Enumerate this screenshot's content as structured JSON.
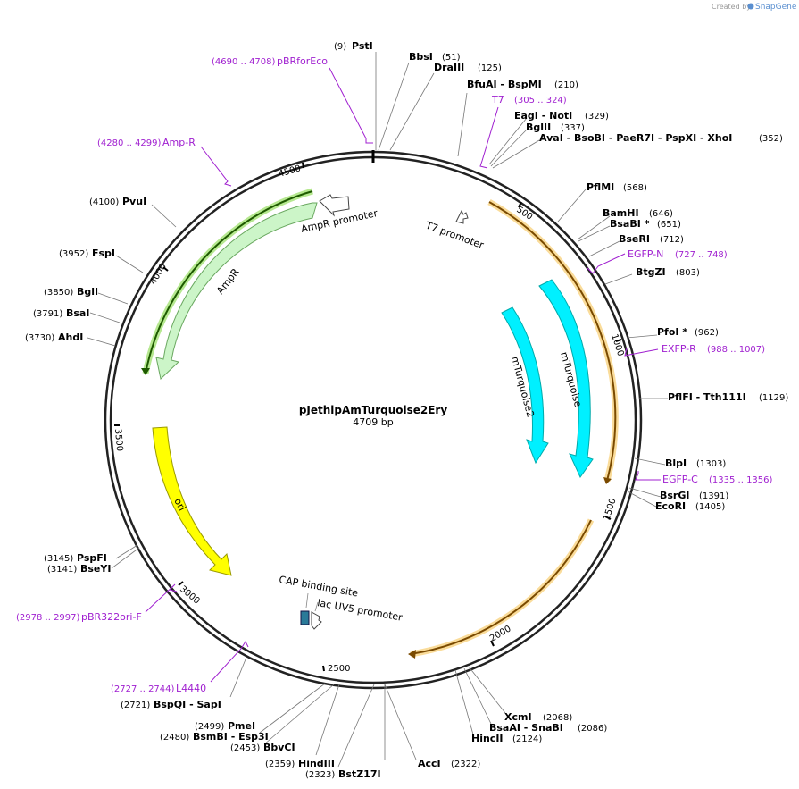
{
  "credit": {
    "created_by": "Created by",
    "brand": "SnapGene"
  },
  "plasmid": {
    "name": "pJethlpAmTurquoise2Ery",
    "size_label": "4709 bp"
  },
  "ticks": [
    "500",
    "1000",
    "1500",
    "2000",
    "2500",
    "3000",
    "3500",
    "4000",
    "4500"
  ],
  "features": {
    "ampr": "AmpR",
    "ampr_promoter": "AmpR promoter",
    "t7_promoter": "T7 promoter",
    "mturquoise": "mTurquoise",
    "mturquoise2": "mTurquoise2",
    "ori": "ori",
    "cap": "CAP binding site",
    "lacuv5": "lac UV5 promoter"
  },
  "sites": [
    {
      "id": "psti",
      "name": "PstI",
      "pos": "(9)"
    },
    {
      "id": "bbsi",
      "name": "BbsI",
      "pos": "(51)"
    },
    {
      "id": "draiii",
      "name": "DraIII",
      "pos": "(125)"
    },
    {
      "id": "bfuai",
      "name": "BfuAI  - BspMI",
      "pos": "(210)"
    },
    {
      "id": "eagi",
      "name": "EagI  - NotI",
      "pos": "(329)"
    },
    {
      "id": "bglii",
      "name": "BglII",
      "pos": "(337)"
    },
    {
      "id": "avai",
      "name": "AvaI  - BsoBI  - PaeR7I  - PspXI  - XhoI",
      "pos": "(352)"
    },
    {
      "id": "pflmi",
      "name": "PflMI",
      "pos": "(568)"
    },
    {
      "id": "bamhi",
      "name": "BamHI",
      "pos": "(646)"
    },
    {
      "id": "bsabi",
      "name": "BsaBI *",
      "pos": "(651)"
    },
    {
      "id": "bseri",
      "name": "BseRI",
      "pos": "(712)"
    },
    {
      "id": "btgzi",
      "name": "BtgZI",
      "pos": "(803)"
    },
    {
      "id": "pfoi",
      "name": "PfoI *",
      "pos": "(962)"
    },
    {
      "id": "pflfi",
      "name": "PflFI  - Tth111I",
      "pos": "(1129)"
    },
    {
      "id": "blpi",
      "name": "BlpI",
      "pos": "(1303)"
    },
    {
      "id": "bsrgi",
      "name": "BsrGI",
      "pos": "(1391)"
    },
    {
      "id": "ecori",
      "name": "EcoRI",
      "pos": "(1405)"
    },
    {
      "id": "xcmi",
      "name": "XcmI",
      "pos": "(2068)"
    },
    {
      "id": "bsaai",
      "name": "BsaAI  - SnaBI",
      "pos": "(2086)"
    },
    {
      "id": "hincii",
      "name": "HincII",
      "pos": "(2124)"
    },
    {
      "id": "acci",
      "name": "AccI",
      "pos": "(2322)"
    },
    {
      "id": "bstz17i",
      "name": "BstZ17I",
      "pos": "(2323)"
    },
    {
      "id": "hindiii",
      "name": "HindIII",
      "pos": "(2359)"
    },
    {
      "id": "bbvci",
      "name": "BbvCI",
      "pos": "(2453)"
    },
    {
      "id": "bsmbi",
      "name": "BsmBI  - Esp3I",
      "pos": "(2480)"
    },
    {
      "id": "pmei",
      "name": "PmeI",
      "pos": "(2499)"
    },
    {
      "id": "bspqi",
      "name": "BspQI  - SapI",
      "pos": "(2721)"
    },
    {
      "id": "bseyi",
      "name": "BseYI",
      "pos": "(3141)"
    },
    {
      "id": "pspfi",
      "name": "PspFI",
      "pos": "(3145)"
    },
    {
      "id": "ahdi",
      "name": "AhdI",
      "pos": "(3730)"
    },
    {
      "id": "bsai",
      "name": "BsaI",
      "pos": "(3791)"
    },
    {
      "id": "bgli",
      "name": "BglI",
      "pos": "(3850)"
    },
    {
      "id": "fspi",
      "name": "FspI",
      "pos": "(3952)"
    },
    {
      "id": "pvui",
      "name": "PvuI",
      "pos": "(4100)"
    }
  ],
  "primers": [
    {
      "id": "pbrforeco",
      "name": "pBRforEco",
      "pos": "(4690 .. 4708)"
    },
    {
      "id": "ampr",
      "name": "Amp-R",
      "pos": "(4280 .. 4299)"
    },
    {
      "id": "t7",
      "name": "T7",
      "pos": "(305 .. 324)"
    },
    {
      "id": "egfpn",
      "name": "EGFP-N",
      "pos": "(727 .. 748)"
    },
    {
      "id": "exfpr",
      "name": "EXFP-R",
      "pos": "(988 .. 1007)"
    },
    {
      "id": "egfpc",
      "name": "EGFP-C",
      "pos": "(1335 .. 1356)"
    },
    {
      "id": "pbr322ori",
      "name": "pBR322ori-F",
      "pos": "(2978 .. 2997)"
    },
    {
      "id": "l4440",
      "name": "L4440",
      "pos": "(2727 .. 2744)"
    }
  ]
}
